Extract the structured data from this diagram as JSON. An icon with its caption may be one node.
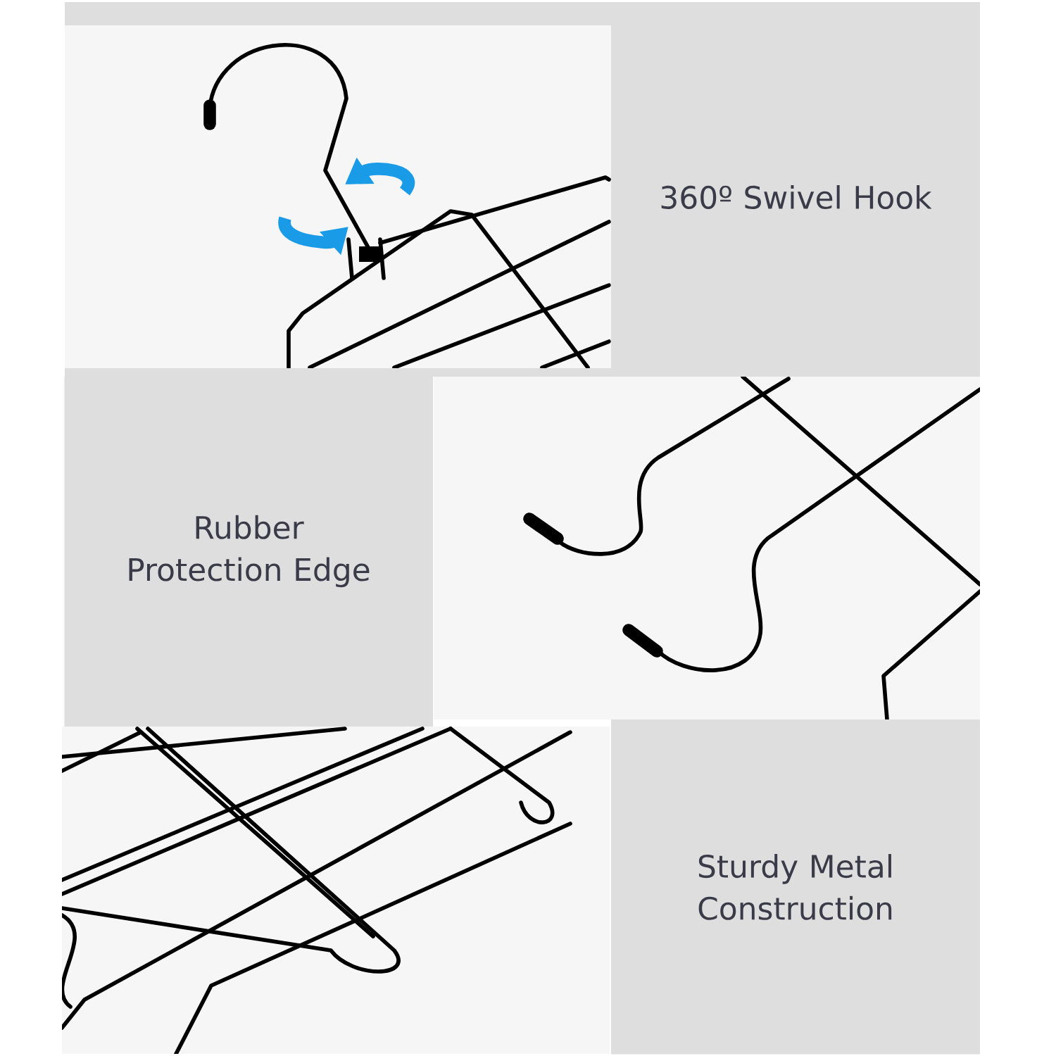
{
  "diagram": {
    "nodes": [
      {
        "text": [
          "360º Swivel Hook"
        ]
      },
      {
        "text": [
          "Rubber Protection Edge"
        ]
      },
      {
        "text": [
          "Sturdy Metal Construction"
        ]
      }
    ]
  }
}
